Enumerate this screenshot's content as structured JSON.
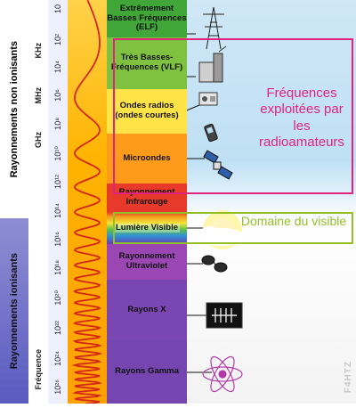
{
  "left_labels": {
    "non_ionizing": "Rayonnements non ionisants",
    "ionizing": "Rayonnements ionisants"
  },
  "units": [
    "KHz",
    "MHz",
    "GHz",
    "Fréquence"
  ],
  "frequency_ticks": [
    "10",
    "10²",
    "10⁴",
    "10⁶",
    "10⁸",
    "10¹⁰",
    "10¹²",
    "10¹⁴",
    "10¹⁶",
    "10¹⁸",
    "10²⁰",
    "10²²",
    "10²⁴",
    "10²⁶"
  ],
  "bands": [
    {
      "label": "Extrêmement Basses Fréquences (ELF)",
      "color": "#3fa637"
    },
    {
      "label": "Très Basses-Fréquences (VLF)",
      "color": "#7fc242"
    },
    {
      "label": "Ondes radios (ondes courtes)",
      "color": "#ffe347"
    },
    {
      "label": "Microondes",
      "color": "#ff9b1a"
    },
    {
      "label": "Rayonnement Infrarouge",
      "color": "#e83a2a"
    },
    {
      "label": "Lumière Visible",
      "color": "#eadf4c"
    },
    {
      "label": "Rayonnement Ultraviolet",
      "color": "#9a47b4"
    },
    {
      "label": "Rayons X",
      "color": "#7a46b2"
    },
    {
      "label": "Rayons Gamma",
      "color": "#7545b0"
    }
  ],
  "callouts": {
    "radio": {
      "text": "Fréquences exploitées par les radioamateurs",
      "color": "#e0237c"
    },
    "visible": {
      "text": "Domaine du visible",
      "color": "#94bf26"
    }
  },
  "icons": [
    "transmission-tower-icon",
    "radio-tower-icon",
    "radio-icon",
    "mobile-phone-icon",
    "satellite-icon",
    "sun-icon",
    "sunglasses-icon",
    "xray-icon",
    "atom-icon"
  ],
  "watermark": "F4HTZ"
}
